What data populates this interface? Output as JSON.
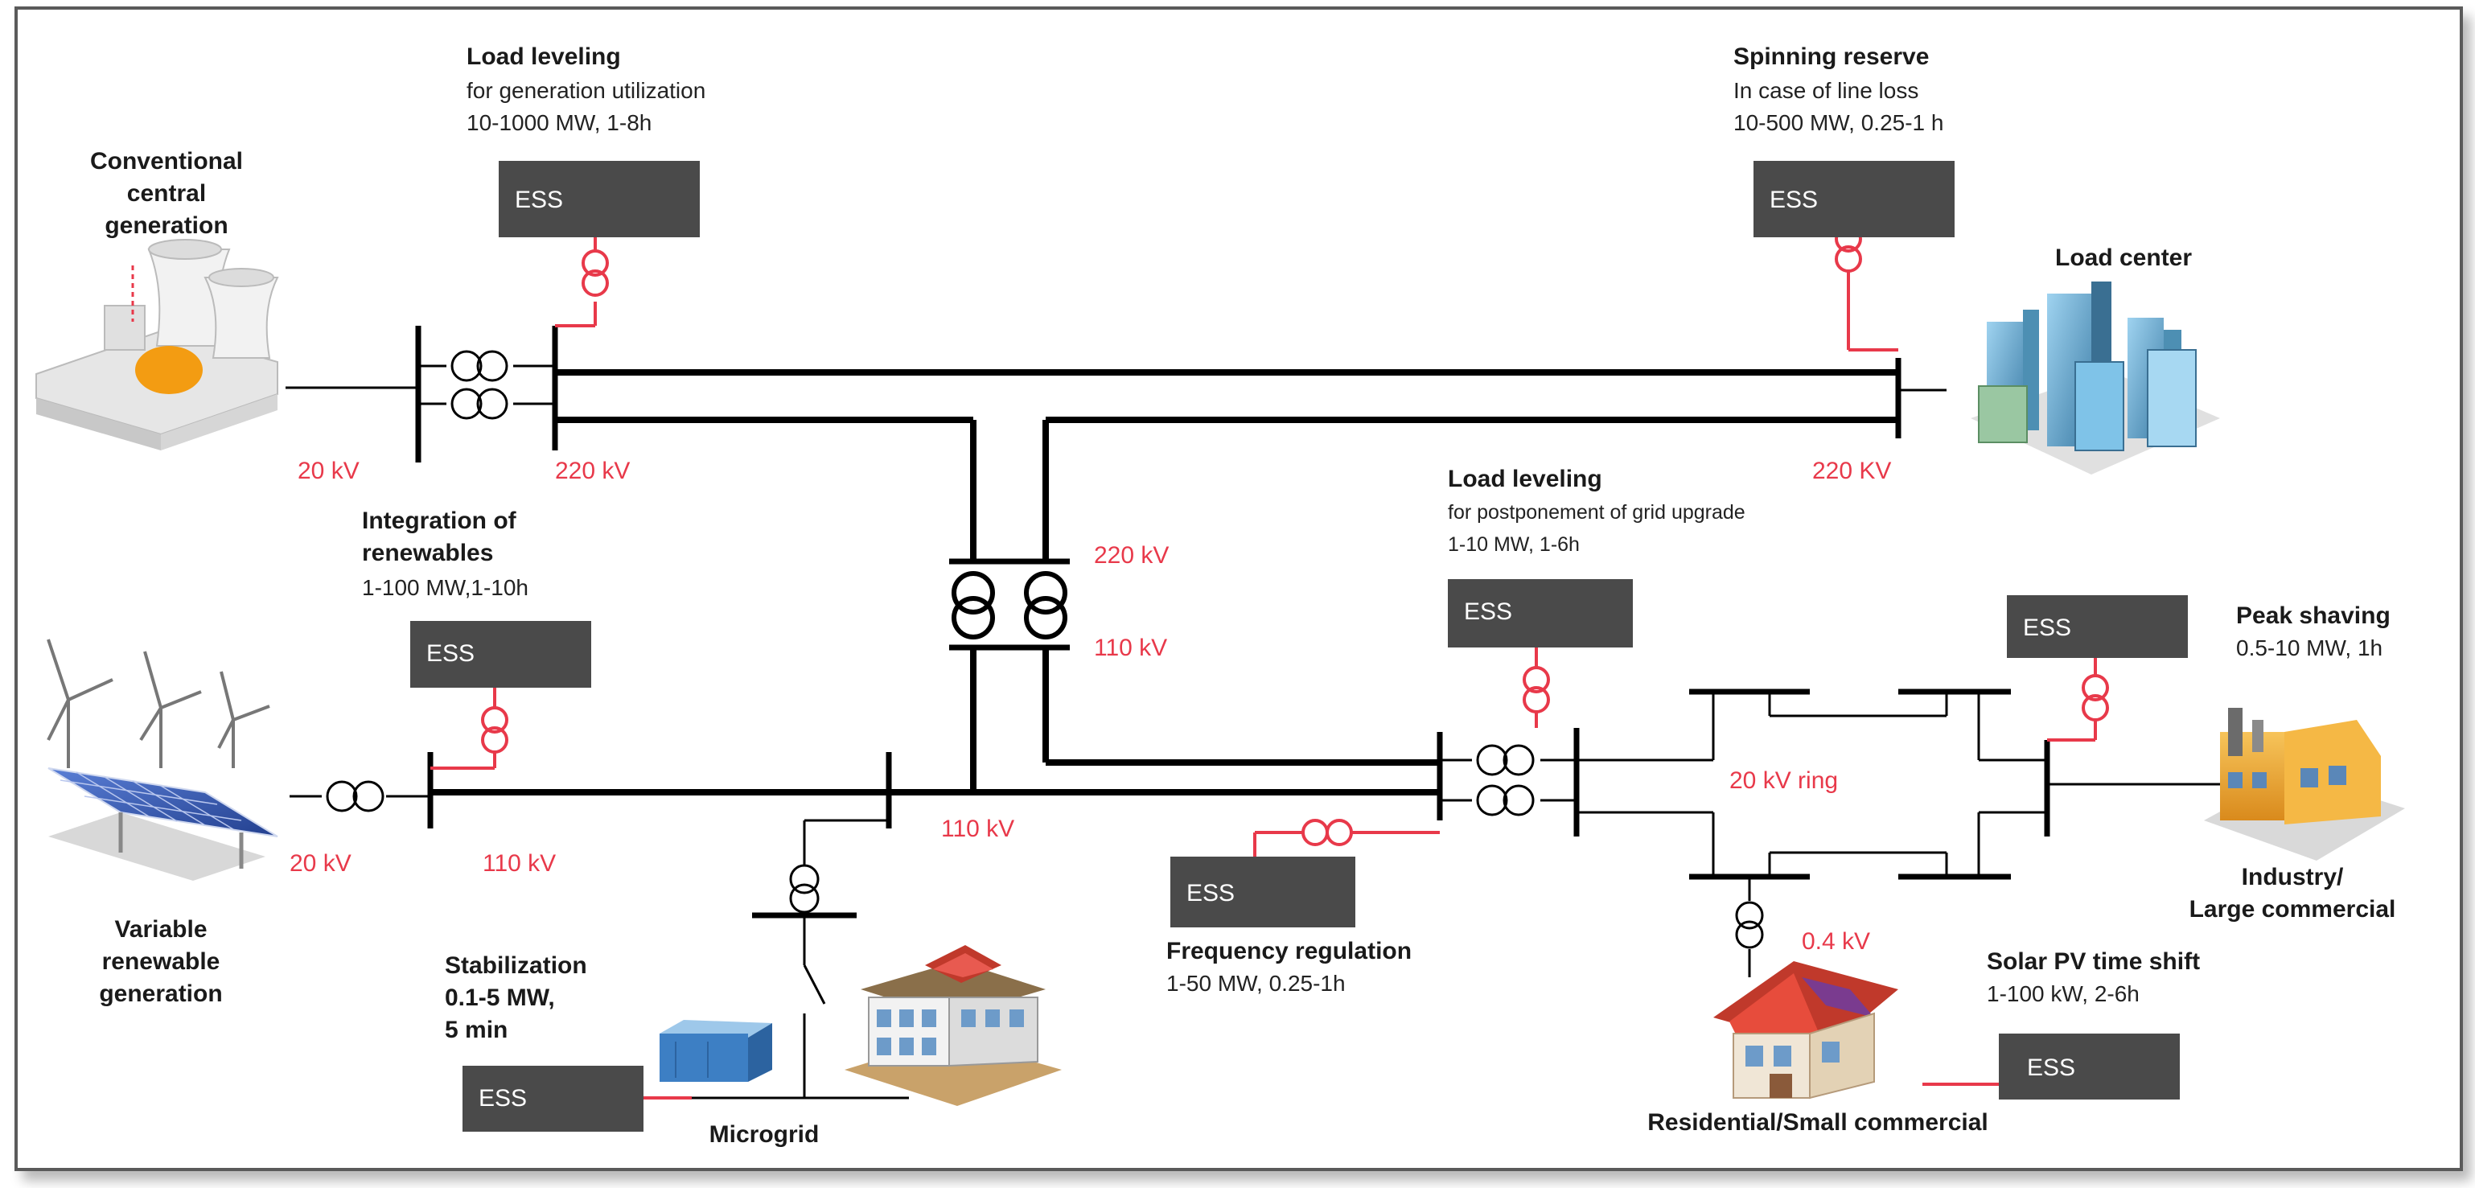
{
  "colors": {
    "line": "#000000",
    "ess_link": "#e8394a",
    "ess_box": "#4a4a4a",
    "voltage_text": "#e8394a"
  },
  "generation": {
    "conventional": [
      "Conventional",
      "central",
      "generation"
    ],
    "variable": [
      "Variable",
      "renewable",
      "generation"
    ],
    "load_center": "Load center",
    "industry": [
      "Industry/",
      "Large commercial"
    ],
    "residential": "Residential/Small commercial",
    "microgrid": "Microgrid"
  },
  "voltages": {
    "v20_top": "20 kV",
    "v220_top": "220 kV",
    "v220_right": "220 KV",
    "v220_mid": "220 kV",
    "v110_mid": "110 kV",
    "v20_left": "20 kV",
    "v110_left": "110 kV",
    "v110_center": "110 kV",
    "v20_ring": "20 kV ring",
    "v04": "0.4 kV"
  },
  "applications": {
    "load_leveling_gen": {
      "title": "Load leveling",
      "lines": [
        "for generation utilization",
        "10-1000 MW, 1-8h"
      ]
    },
    "spinning_reserve": {
      "title": "Spinning reserve",
      "lines": [
        "In case of line loss",
        "10-500 MW, 0.25-1 h"
      ]
    },
    "integration": {
      "title": [
        "Integration of",
        "renewables"
      ],
      "lines": [
        "1-100 MW,1-10h"
      ]
    },
    "load_leveling_grid": {
      "title": "Load leveling",
      "lines": [
        "for postponement of grid upgrade",
        "1-10 MW, 1-6h"
      ]
    },
    "peak_shaving": {
      "title": "Peak shaving",
      "lines": [
        "0.5-10 MW, 1h"
      ]
    },
    "stabilization": {
      "title": [
        "Stabilization",
        "0.1-5 MW,",
        "5 min"
      ]
    },
    "frequency": {
      "title": "Frequency regulation",
      "lines": [
        "1-50 MW, 0.25-1h"
      ]
    },
    "solar_shift": {
      "title": "Solar PV time shift",
      "lines": [
        "1-100 kW, 2-6h"
      ]
    }
  },
  "ess_label": "ESS"
}
